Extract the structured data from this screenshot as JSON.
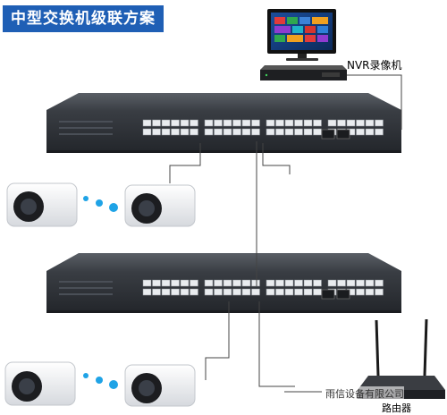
{
  "title": "中型交换机级联方案",
  "nvr_label": "NVR录像机",
  "router_label": "路由器",
  "watermark_text": "雨信设备有限公司",
  "colors": {
    "title_bg": "#1f5fb5",
    "dot": "#1fa3e6",
    "switch_body": "#2d3138"
  }
}
